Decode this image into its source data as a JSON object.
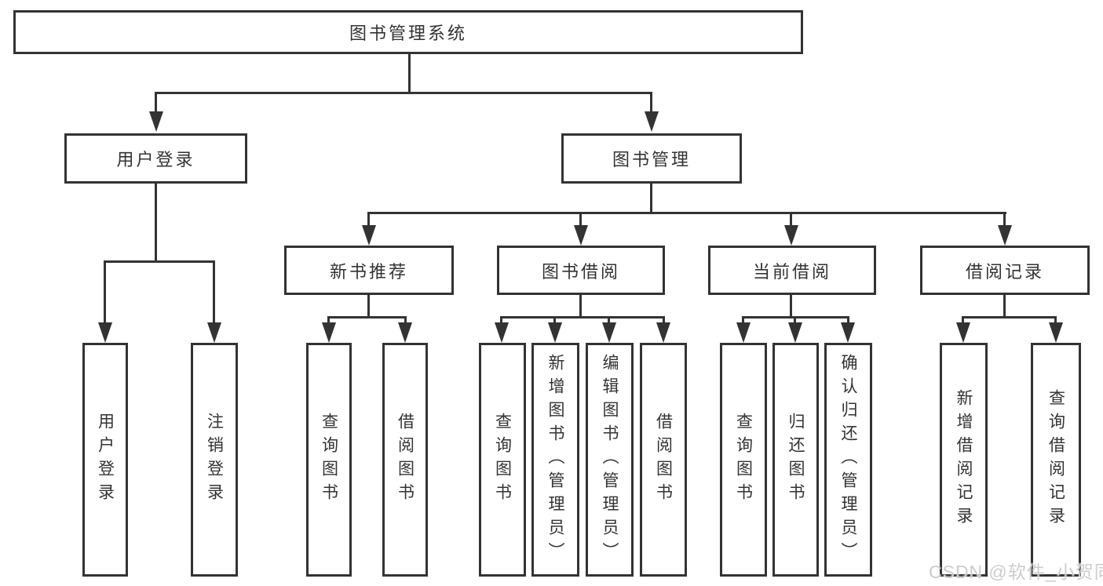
{
  "diagram": {
    "root": {
      "label": "图书管理系统"
    },
    "branches": [
      {
        "label": "用户登录",
        "children": [
          {
            "label": "用户登录"
          },
          {
            "label": "注销登录"
          }
        ]
      },
      {
        "label": "图书管理",
        "children": [
          {
            "label": "新书推荐",
            "children": [
              {
                "label": "查询图书"
              },
              {
                "label": "借阅图书"
              }
            ]
          },
          {
            "label": "图书借阅",
            "children": [
              {
                "label": "查询图书"
              },
              {
                "label": "新增图书（管理员）"
              },
              {
                "label": "编辑图书（管理员）"
              },
              {
                "label": "借阅图书"
              }
            ]
          },
          {
            "label": "当前借阅",
            "children": [
              {
                "label": "查询图书"
              },
              {
                "label": "归还图书"
              },
              {
                "label": "确认归还（管理员）"
              }
            ]
          },
          {
            "label": "借阅记录",
            "children": [
              {
                "label": "新增借阅记录"
              },
              {
                "label": "查询借阅记录"
              }
            ]
          }
        ]
      }
    ]
  },
  "watermark": {
    "text": "CSDN @软件_小贺同学"
  },
  "colors": {
    "line": "#333333",
    "text": "#333333",
    "background": "#ffffff",
    "watermark": "#cccccc"
  }
}
